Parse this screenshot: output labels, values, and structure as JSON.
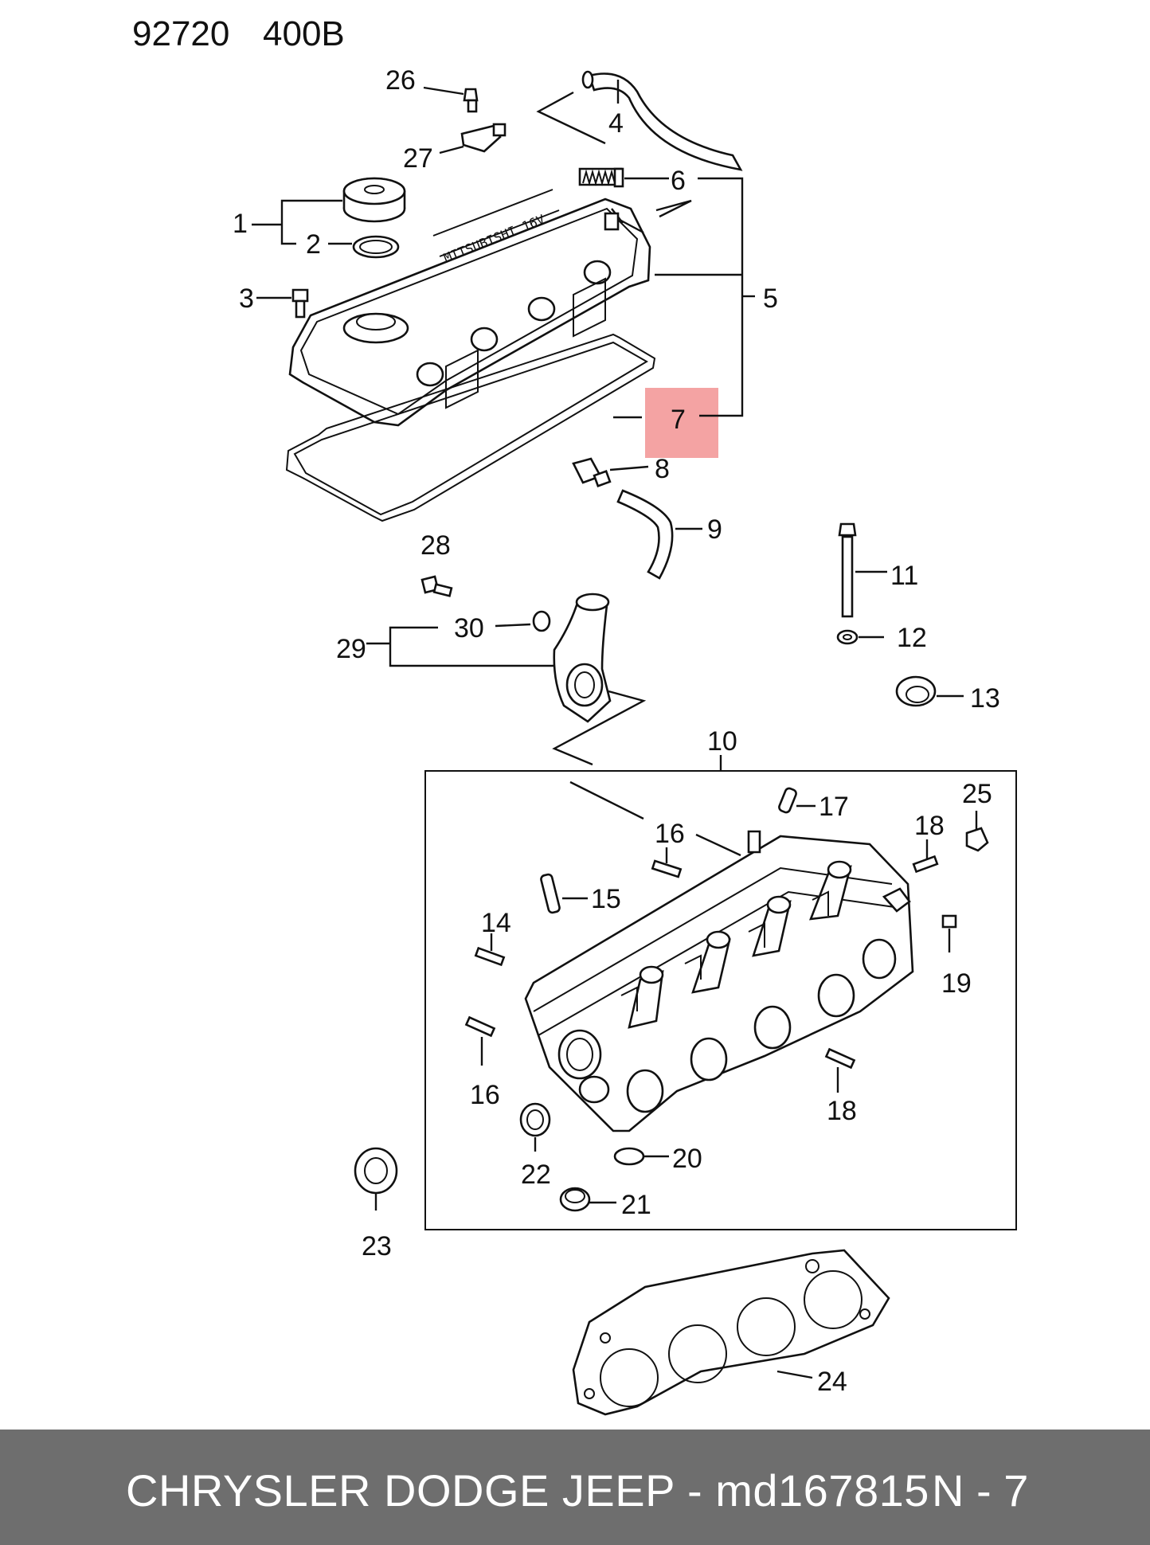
{
  "header": {
    "code": "92720",
    "suffix": "400B"
  },
  "callouts": {
    "c1": "1",
    "c2": "2",
    "c3": "3",
    "c4": "4",
    "c5": "5",
    "c6": "6",
    "c7": "7",
    "c8": "8",
    "c9": "9",
    "c10": "10",
    "c11": "11",
    "c12": "12",
    "c13": "13",
    "c14": "14",
    "c15": "15",
    "c16a": "16",
    "c16b": "16",
    "c17": "17",
    "c18a": "18",
    "c18b": "18",
    "c19": "19",
    "c20": "20",
    "c21": "21",
    "c22": "22",
    "c23": "23",
    "c24": "24",
    "c25": "25",
    "c26": "26",
    "c27": "27",
    "c28": "28",
    "c29": "29",
    "c30": "30"
  },
  "highlight": {
    "part": "7",
    "color": "#f4a3a3"
  },
  "footer": {
    "part_line": "CHRYSLER DODGE JEEP - md167815",
    "code": "N - 7",
    "background": "#6e6e6e"
  }
}
